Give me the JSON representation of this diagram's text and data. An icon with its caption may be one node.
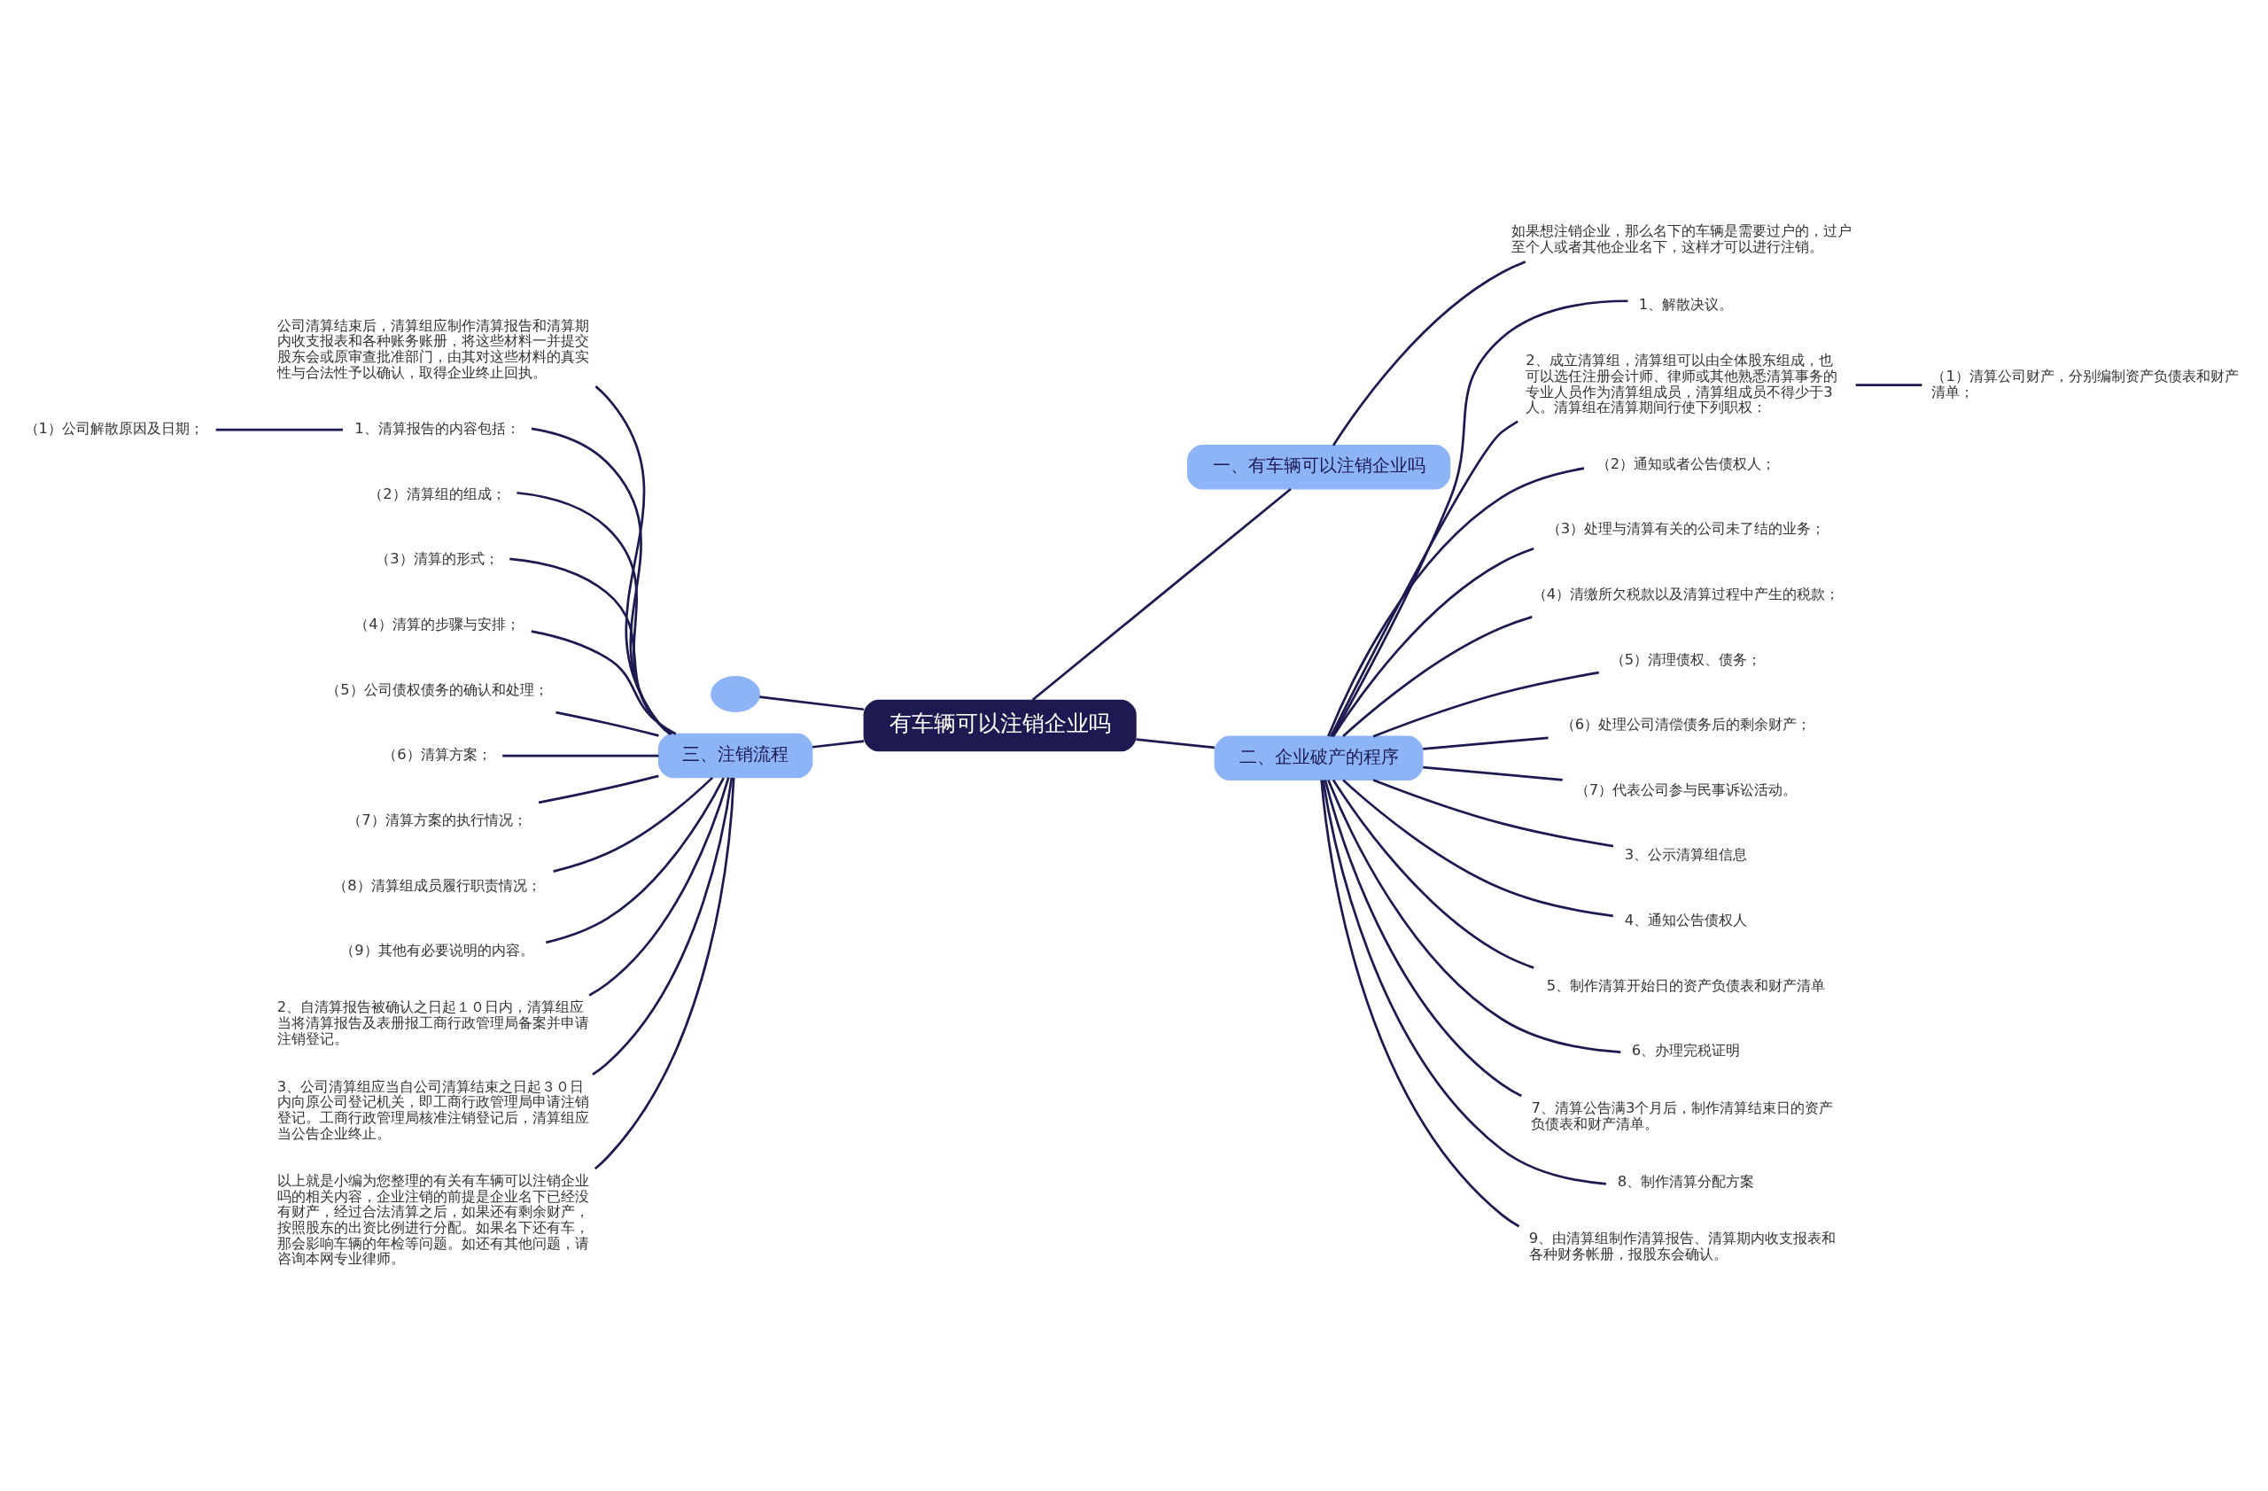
{
  "diagram": {
    "nodes": [
      {
        "text": [
          "有车辆可以注销企业吗"
        ]
      },
      {
        "text": [],
        "shape": "circle"
      },
      {
        "text": [
          "一、有车辆可以注销企业吗"
        ]
      },
      {
        "text": [
          "如果想注销企业，那么名下的车辆是需要过户的，过户至个人或者其他企业名下，这样才可以进行注销。"
        ]
      },
      {
        "text": [
          "二、企业破产的程序"
        ]
      },
      {
        "text": [
          "1、解散决议。"
        ]
      },
      {
        "text": [
          "2、成立清算组，清算组可以由全体股东组成，也可以选任注册会计师、律师或其他熟悉清算事务的专业人员作为清算组成员，清算组成员不得少于3人。清算组在清算期间行使下列职权："
        ]
      },
      {
        "text": [
          "（1）清算公司财产，分别编制资产负债表和财产清单；"
        ]
      },
      {
        "text": [
          "（2）通知或者公告债权人；"
        ]
      },
      {
        "text": [
          "（3）处理与清算有关的公司未了结的业务；"
        ]
      },
      {
        "text": [
          "（4）清缴所欠税款以及清算过程中产生的税款；"
        ]
      },
      {
        "text": [
          "（5）清理债权、债务；"
        ]
      },
      {
        "text": [
          "（6）处理公司清偿债务后的剩余财产；"
        ]
      },
      {
        "text": [
          "（7）代表公司参与民事诉讼活动。"
        ]
      },
      {
        "text": [
          "3、公示清算组信息"
        ]
      },
      {
        "text": [
          "4、通知公告债权人"
        ]
      },
      {
        "text": [
          "5、制作清算开始日的资产负债表和财产清单"
        ]
      },
      {
        "text": [
          "6、办理完税证明"
        ]
      },
      {
        "text": [
          "7、清算公告满3个月后，制作清算结束日的资产负债表和财产清单。"
        ]
      },
      {
        "text": [
          "8、制作清算分配方案"
        ]
      },
      {
        "text": [
          "9、由清算组制作清算报告、清算期内收支报表和各种财务帐册，报股东会确认。"
        ]
      },
      {
        "text": [
          "三、注销流程"
        ]
      },
      {
        "text": [
          "公司清算结束后，清算组应制作清算报告和清算期内收支报表和各种账务账册，将这些材料一并提交股东会或原审查批准部门，由其对这些材料的真实性与合法性予以确认，取得企业终止回执。"
        ]
      },
      {
        "text": [
          "1、清算报告的内容包括："
        ]
      },
      {
        "text": [
          "（1）公司解散原因及日期；"
        ]
      },
      {
        "text": [
          "（2）清算组的组成；"
        ]
      },
      {
        "text": [
          "（3）清算的形式；"
        ]
      },
      {
        "text": [
          "（4）清算的步骤与安排；"
        ]
      },
      {
        "text": [
          "（5）公司债权债务的确认和处理；"
        ]
      },
      {
        "text": [
          "（6）清算方案；"
        ]
      },
      {
        "text": [
          "（7）清算方案的执行情况；"
        ]
      },
      {
        "text": [
          "（8）清算组成员履行职责情况；"
        ]
      },
      {
        "text": [
          "（9）其他有必要说明的内容。"
        ]
      },
      {
        "text": [
          "2、自清算报告被确认之日起１０日内，清算组应当将清算报告及表册报工商行政管理局备案并申请注销登记。"
        ]
      },
      {
        "text": [
          "3、公司清算组应当自公司清算结束之日起３０日内向原公司登记机关，即工商行政管理局申请注销登记。工商行政管理局核准注销登记后，清算组应当公告企业终止。"
        ]
      },
      {
        "text": [
          "以上就是小编为您整理的有关有车辆可以注销企业吗的相关内容，企业注销的前提是企业名下已经没有财产，经过合法清算之后，如果还有剩余财产，按照股东的出资比例进行分配。如果名下还有车，那会影响车辆的年检等问题。如还有其他问题，请咨询本网专业律师。"
        ]
      }
    ],
    "edges": [
      {
        "from": 0,
        "to": 1,
        "arrow": "none"
      },
      {
        "from": 0,
        "to": 2,
        "arrow": "none"
      },
      {
        "from": 2,
        "to": 3,
        "arrow": "none"
      },
      {
        "from": 0,
        "to": 4,
        "arrow": "none"
      },
      {
        "from": 4,
        "to": 5,
        "arrow": "none"
      },
      {
        "from": 4,
        "to": 6,
        "arrow": "none"
      },
      {
        "from": 6,
        "to": 7,
        "arrow": "none"
      },
      {
        "from": 4,
        "to": 8,
        "arrow": "none"
      },
      {
        "from": 4,
        "to": 9,
        "arrow": "none"
      },
      {
        "from": 4,
        "to": 10,
        "arrow": "none"
      },
      {
        "from": 4,
        "to": 11,
        "arrow": "none"
      },
      {
        "from": 4,
        "to": 12,
        "arrow": "none"
      },
      {
        "from": 4,
        "to": 13,
        "arrow": "none"
      },
      {
        "from": 4,
        "to": 14,
        "arrow": "none"
      },
      {
        "from": 4,
        "to": 15,
        "arrow": "none"
      },
      {
        "from": 4,
        "to": 16,
        "arrow": "none"
      },
      {
        "from": 4,
        "to": 17,
        "arrow": "none"
      },
      {
        "from": 4,
        "to": 18,
        "arrow": "none"
      },
      {
        "from": 4,
        "to": 19,
        "arrow": "none"
      },
      {
        "from": 4,
        "to": 20,
        "arrow": "none"
      },
      {
        "from": 0,
        "to": 21,
        "arrow": "none"
      },
      {
        "from": 21,
        "to": 22,
        "arrow": "none"
      },
      {
        "from": 21,
        "to": 23,
        "arrow": "none"
      },
      {
        "from": 23,
        "to": 24,
        "arrow": "none"
      },
      {
        "from": 21,
        "to": 25,
        "arrow": "none"
      },
      {
        "from": 21,
        "to": 26,
        "arrow": "none"
      },
      {
        "from": 21,
        "to": 27,
        "arrow": "none"
      },
      {
        "from": 21,
        "to": 28,
        "arrow": "none"
      },
      {
        "from": 21,
        "to": 29,
        "arrow": "none"
      },
      {
        "from": 21,
        "to": 30,
        "arrow": "none"
      },
      {
        "from": 21,
        "to": 31,
        "arrow": "none"
      },
      {
        "from": 21,
        "to": 32,
        "arrow": "none"
      },
      {
        "from": 21,
        "to": 33,
        "arrow": "none"
      },
      {
        "from": 21,
        "to": 34,
        "arrow": "none"
      },
      {
        "from": 21,
        "to": 35,
        "arrow": "none"
      }
    ]
  }
}
